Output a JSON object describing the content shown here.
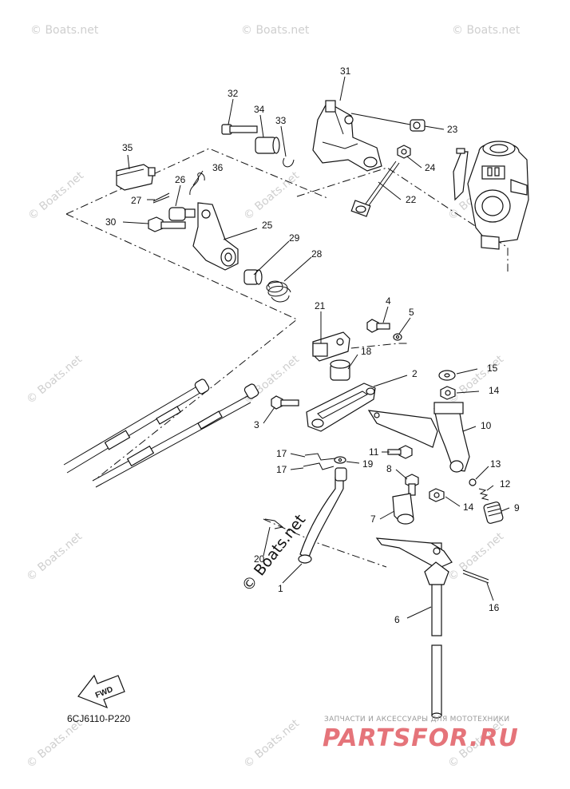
{
  "diagram_code": "6CJ6110-P220",
  "direction_tag": "FWD",
  "watermark": {
    "text": "© Boats.net",
    "center_text": "© Boats.net"
  },
  "brand": {
    "tagline": "ЗАПЧАСТИ И АКСЕССУАРЫ ДЛЯ МОТОТЕХНИКИ",
    "name": "PARTSFOR.RU",
    "accent_color": "#e5747a"
  },
  "callouts": {
    "c1": "1",
    "c2": "2",
    "c3": "3",
    "c4": "4",
    "c5": "5",
    "c6": "6",
    "c7": "7",
    "c8": "8",
    "c9": "9",
    "c10": "10",
    "c11": "11",
    "c12": "12",
    "c13": "13",
    "c14a": "14",
    "c14b": "14",
    "c15": "15",
    "c16": "16",
    "c17a": "17",
    "c17b": "17",
    "c18": "18",
    "c19": "19",
    "c20": "20",
    "c21": "21",
    "c22": "22",
    "c23": "23",
    "c24": "24",
    "c25": "25",
    "c26": "26",
    "c27": "27",
    "c28": "28",
    "c29": "29",
    "c30": "30",
    "c31": "31",
    "c32": "32",
    "c33": "33",
    "c34": "34",
    "c35": "35",
    "c36": "36"
  }
}
